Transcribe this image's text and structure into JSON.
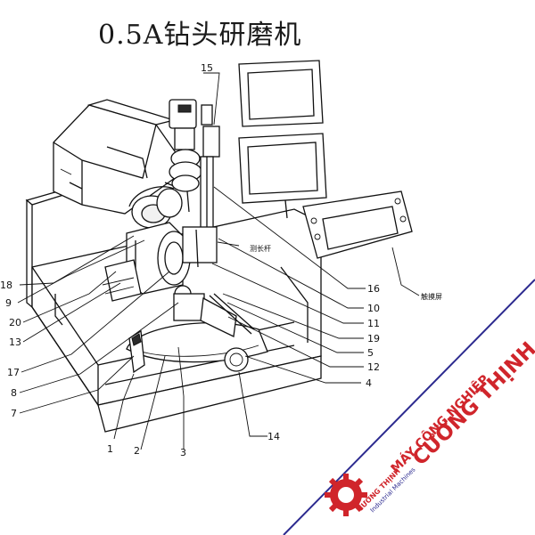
{
  "title": "0.5A钻头研磨机",
  "labels": {
    "monitor": "测长杆",
    "touchscreen": "触摸屏"
  },
  "callouts": [
    "15",
    "18",
    "9",
    "20",
    "13",
    "17",
    "8",
    "7",
    "1",
    "2",
    "3",
    "14",
    "16",
    "10",
    "11",
    "19",
    "5",
    "12",
    "4"
  ],
  "watermark": {
    "brand": "CƯỜNG THỊNH",
    "sub": "Industrial Machines",
    "line1": "MÁY CÔNG NGHIỆP",
    "line2": "CƯỜNG THỊNH",
    "brand_color": "#d0252b",
    "accent_color": "#2c2a8f"
  }
}
